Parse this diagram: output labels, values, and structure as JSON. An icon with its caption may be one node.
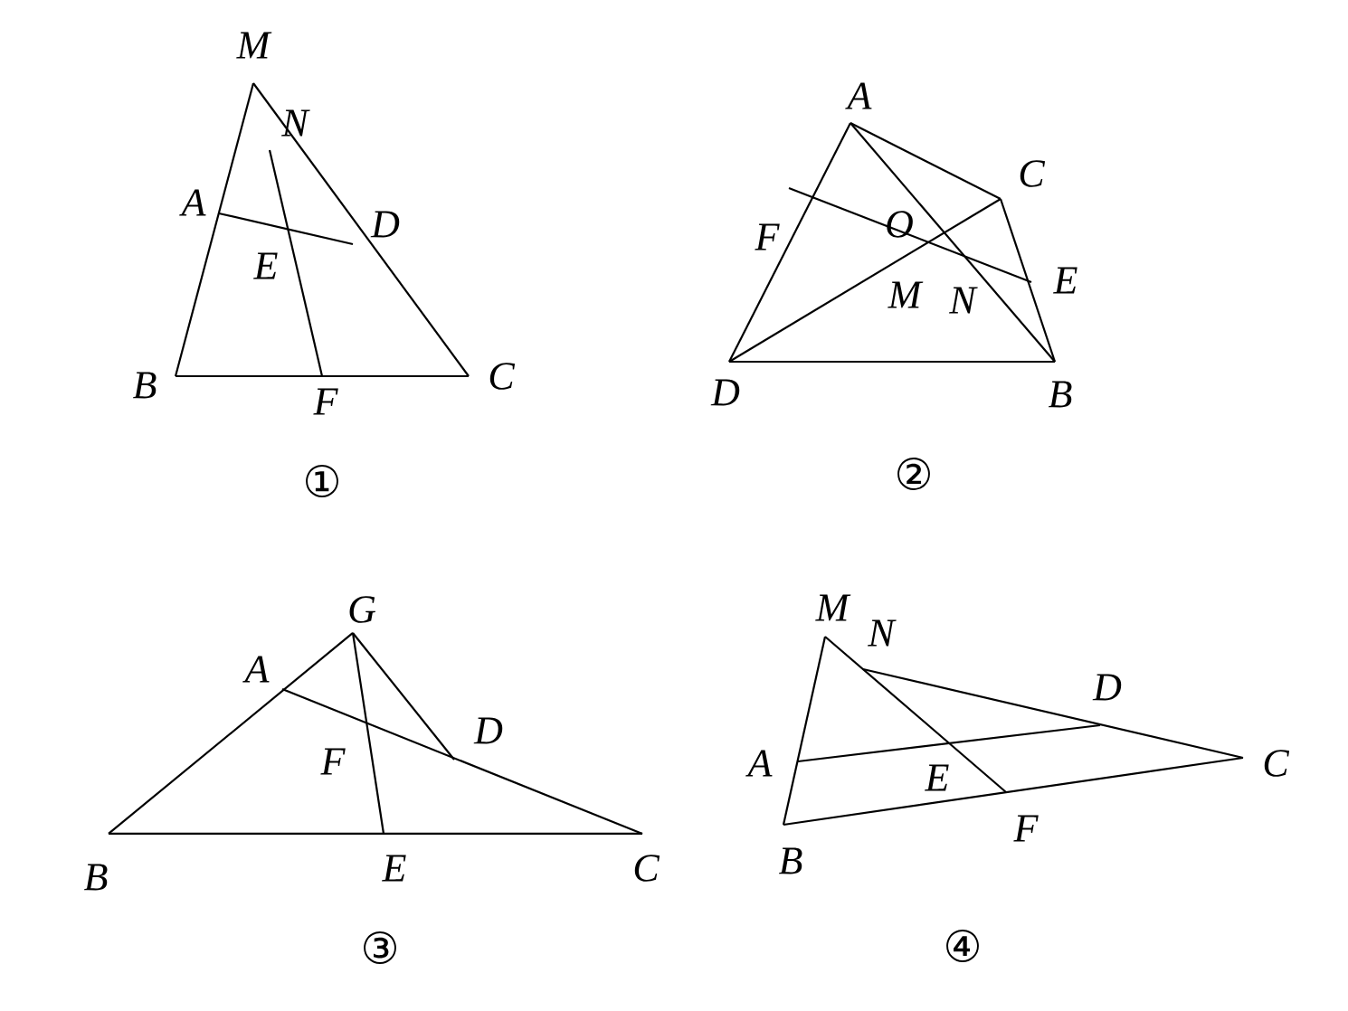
{
  "diagram": {
    "labels": [
      "M",
      "N",
      "A",
      "D",
      "E",
      "B",
      "F",
      "C",
      "①",
      "A",
      "C",
      "F",
      "O",
      "E",
      "M",
      "N",
      "D",
      "B",
      "②",
      "G",
      "A",
      "D",
      "F",
      "B",
      "E",
      "C",
      "③",
      "M",
      "N",
      "D",
      "A",
      "E",
      "C",
      "F",
      "B",
      "④"
    ]
  }
}
